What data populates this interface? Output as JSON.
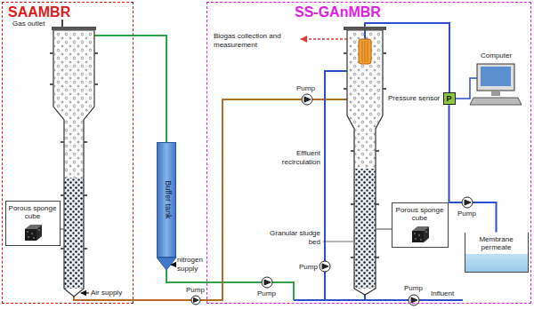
{
  "diagram": {
    "nodes": [
      {
        "text": [
          "SAAMBR"
        ]
      },
      {
        "text": [
          "Porous sponge cube"
        ],
        "in": 0
      },
      {
        "text": [
          "Buffer tank"
        ]
      },
      {
        "text": [
          "SS-GAnMBR"
        ]
      },
      {
        "text": [
          "P"
        ],
        "in": 3
      },
      {
        "text": [
          "Porous sponge cube"
        ],
        "in": 3
      },
      {
        "text": [
          "Membrane permeate"
        ],
        "in": 3
      }
    ],
    "edges": [
      {
        "from": 4,
        "to": 6,
        "arrow": "none"
      }
    ],
    "labels": [
      "Gas outlet",
      "Air supply",
      "nitrogen supply",
      "Biogas collection and measurement",
      "Pressure sensor",
      "Computer",
      "Pump",
      "Effluent recirculation",
      "Granular sludge bed",
      "Pump",
      "Pump",
      "Pump",
      "Pump",
      "Influent",
      "Pump"
    ]
  }
}
